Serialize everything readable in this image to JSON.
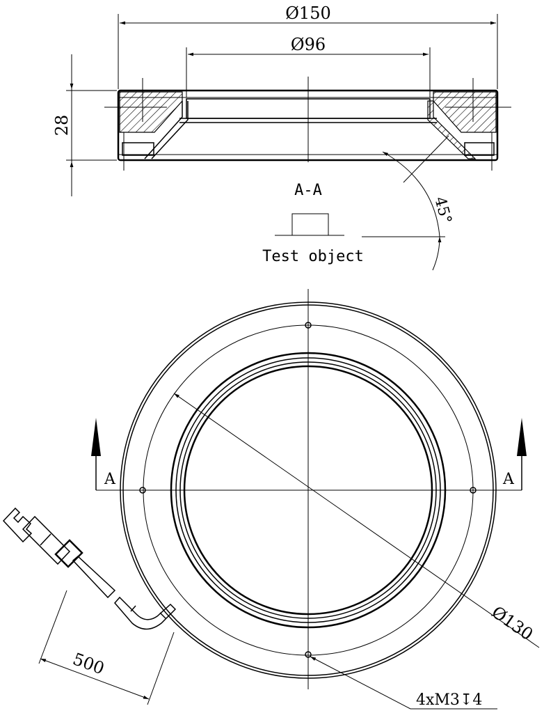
{
  "dimensions": {
    "outer_diameter": "Ø150",
    "inner_diameter": "Ø96",
    "height": "28",
    "angle": "45°",
    "bolt_circle": "Ø130",
    "cable_length": "500",
    "thread_spec": "4xM3",
    "thread_depth": "4",
    "depth_symbol": "↧"
  },
  "labels": {
    "section_title": "A-A",
    "test_object": "Test object",
    "section_mark_left": "A",
    "section_mark_right": "A"
  }
}
